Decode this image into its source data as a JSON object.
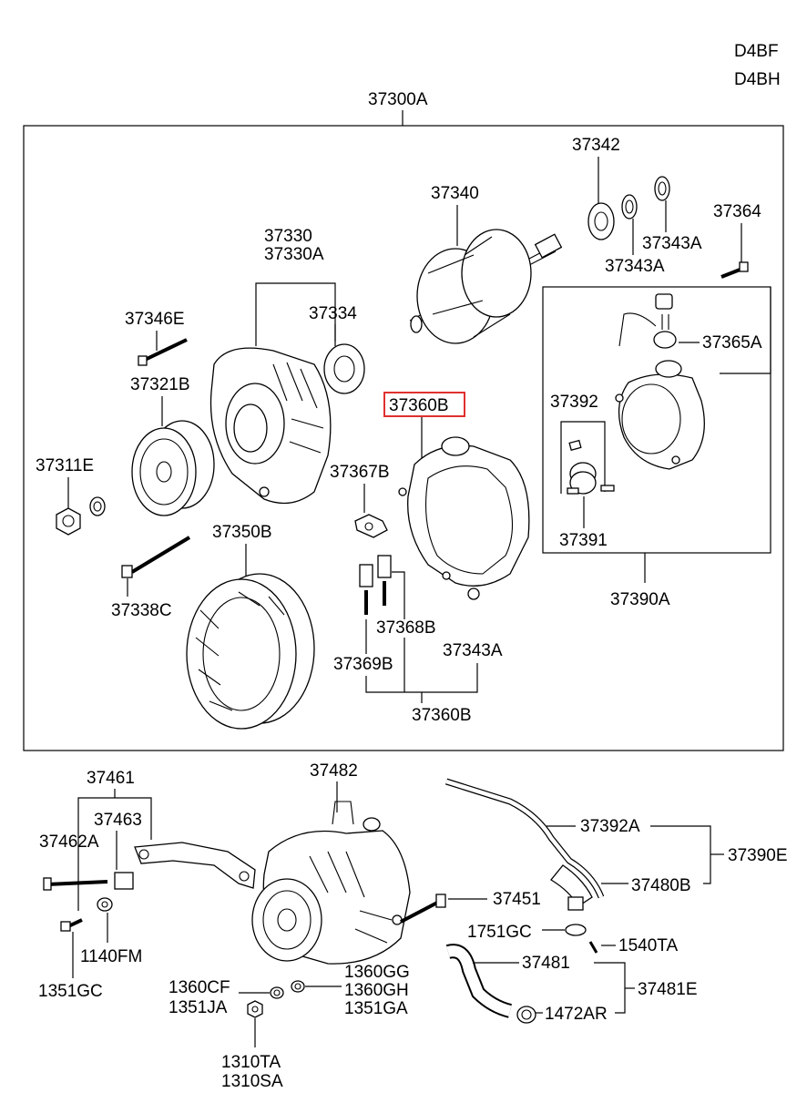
{
  "engine_codes": [
    "D4BF",
    "D4BH"
  ],
  "assembly_label": "37300A",
  "highlight_color": "#e03030",
  "highlighted_part": "37360B",
  "labels": {
    "p37342": "37342",
    "p37340": "37340",
    "p37364": "37364",
    "p37343A_1": "37343A",
    "p37343A_2": "37343A",
    "p37330": "37330",
    "p37330A": "37330A",
    "p37346E": "37346E",
    "p37334": "37334",
    "p37365A": "37365A",
    "p37321B": "37321B",
    "p37360B_hl": "37360B",
    "p37392": "37392",
    "p37311E": "37311E",
    "p37367B": "37367B",
    "p37350B": "37350B",
    "p37391": "37391",
    "p37338C": "37338C",
    "p37390A": "37390A",
    "p37368B": "37368B",
    "p37343A_3": "37343A",
    "p37369B": "37369B",
    "p37360B": "37360B",
    "p37461": "37461",
    "p37482": "37482",
    "p37463": "37463",
    "p37462A": "37462A",
    "p37392A": "37392A",
    "p37390E": "37390E",
    "p37480B": "37480B",
    "p37451": "37451",
    "p1751GC": "1751GC",
    "p1540TA": "1540TA",
    "p1140FM": "1140FM",
    "p37481": "37481",
    "p37481E": "37481E",
    "p1351GC": "1351GC",
    "p1360GG": "1360GG",
    "p1360CF": "1360CF",
    "p1360GH": "1360GH",
    "p1351JA": "1351JA",
    "p1351GA": "1351GA",
    "p1472AR": "1472AR",
    "p1310TA": "1310TA",
    "p1310SA": "1310SA"
  }
}
